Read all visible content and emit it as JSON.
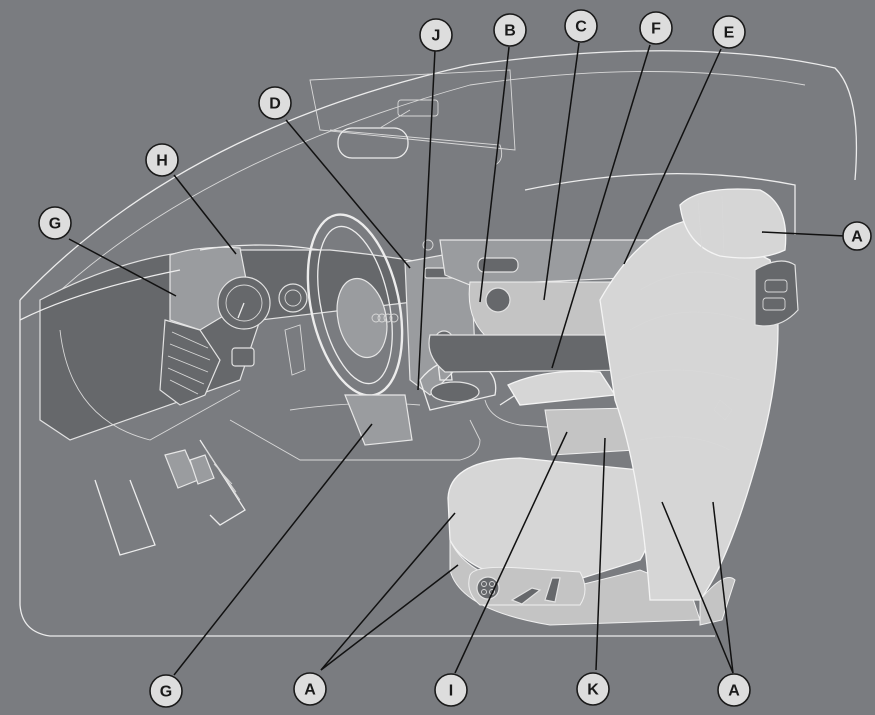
{
  "callouts": {
    "j_top": "J",
    "b_top": "B",
    "c_top": "C",
    "f_top": "F",
    "e_top": "E",
    "d_top": "D",
    "h_left": "H",
    "g_left": "G",
    "a_right": "A",
    "g_bottom": "G",
    "a_bottom_left": "A",
    "i_bottom": "I",
    "k_bottom": "K",
    "a_bottom_right": "A"
  },
  "colors": {
    "background": "#7a7c80",
    "callout_fill": "#dddddd",
    "line_art": "#ececec",
    "seat": "#d6d6d6"
  }
}
